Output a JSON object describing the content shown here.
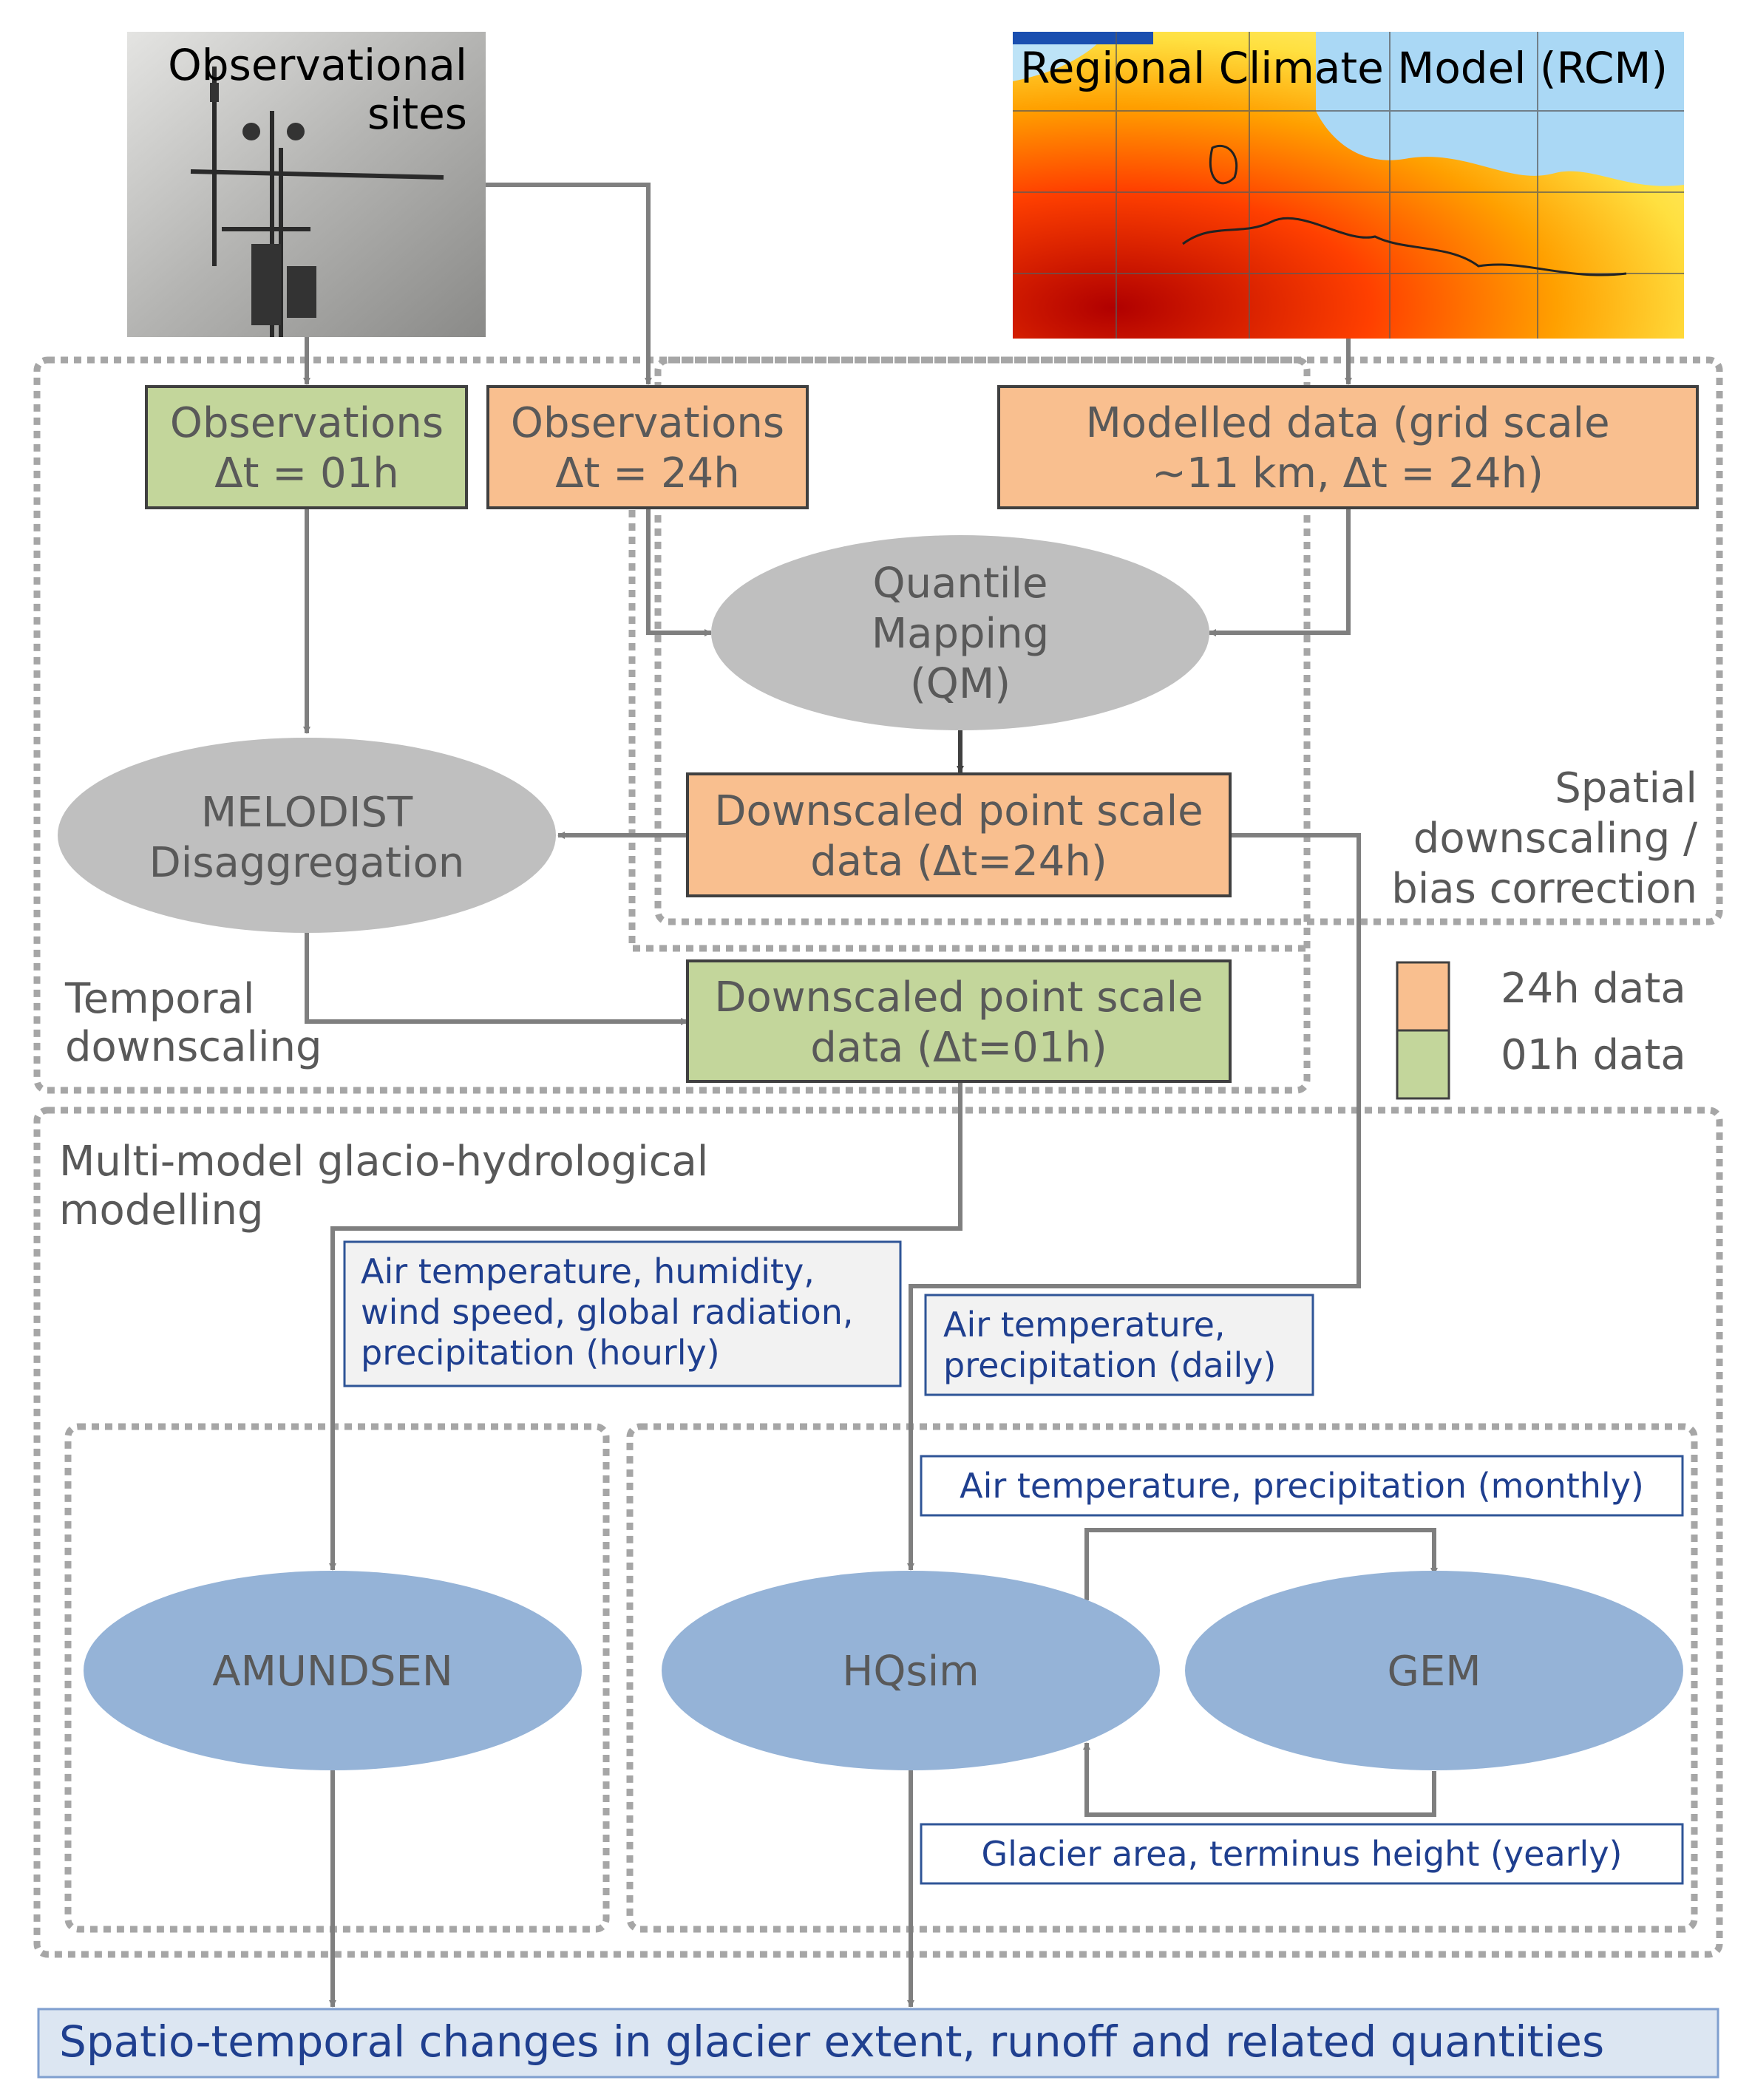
{
  "images": {
    "obs_sites": "Observational\nsites",
    "rcm": "Regional Climate Model (RCM)"
  },
  "boxes": {
    "obs_01h": "Observations\nΔt = 01h",
    "obs_24h": "Observations\nΔt = 24h",
    "modelled": "Modelled data (grid scale\n~11 km, Δt = 24h)",
    "down_24h": "Downscaled point scale\ndata (Δt=24h)",
    "down_01h": "Downscaled point scale\ndata (Δt=01h)",
    "output": "Spatio-temporal changes in glacier extent, runoff and related quantities"
  },
  "ellipses": {
    "qm": "Quantile\nMapping\n(QM)",
    "melodist": "MELODIST\nDisaggregation",
    "amundsen": "AMUNDSEN",
    "hqsim": "HQsim",
    "gem": "GEM"
  },
  "regions": {
    "spatial": "Spatial\ndownscaling /\nbias correction",
    "temporal": "Temporal\ndownscaling",
    "multimodel": "Multi-model glacio-hydrological\nmodelling"
  },
  "vars": {
    "hourly": "Air temperature, humidity,\nwind speed, global radiation,\nprecipitation (hourly)",
    "daily": "Air temperature,\nprecipitation (daily)",
    "monthly": "Air temperature, precipitation (monthly)",
    "yearly": "Glacier area, terminus height (yearly)"
  },
  "legend": {
    "items": [
      {
        "label": "24h data",
        "color": "#f9bf8f"
      },
      {
        "label": "01h data",
        "color": "#c3d69b"
      }
    ]
  },
  "colors": {
    "orange": "#f9bf8f",
    "green": "#c3d69b",
    "gray_ellipse": "#bfbfbf",
    "blue_ellipse": "#95b3d7",
    "var_text": "#1f3f8f",
    "output_fill": "#dce6f2"
  }
}
